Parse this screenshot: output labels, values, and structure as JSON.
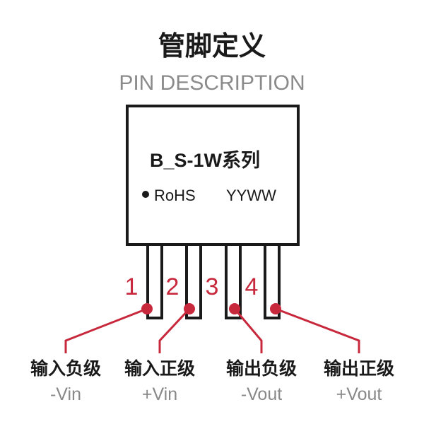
{
  "title": {
    "zh": "管脚定义",
    "en": "PIN DESCRIPTION"
  },
  "chip": {
    "model": "B_S-1W系列",
    "rohs": "RoHS",
    "date_code": "YYWW"
  },
  "pins": [
    {
      "number": "1",
      "label_zh": "输入负级",
      "label_en": "-Vin"
    },
    {
      "number": "2",
      "label_zh": "输入正级",
      "label_en": "+Vin"
    },
    {
      "number": "3",
      "label_zh": "输出负级",
      "label_en": "-Vout"
    },
    {
      "number": "4",
      "label_zh": "输出正级",
      "label_en": "+Vout"
    }
  ],
  "colors": {
    "ink": "#1a1a1a",
    "accent": "#c8283c",
    "subtitle": "#8a8a8a",
    "en_label": "#888888"
  }
}
